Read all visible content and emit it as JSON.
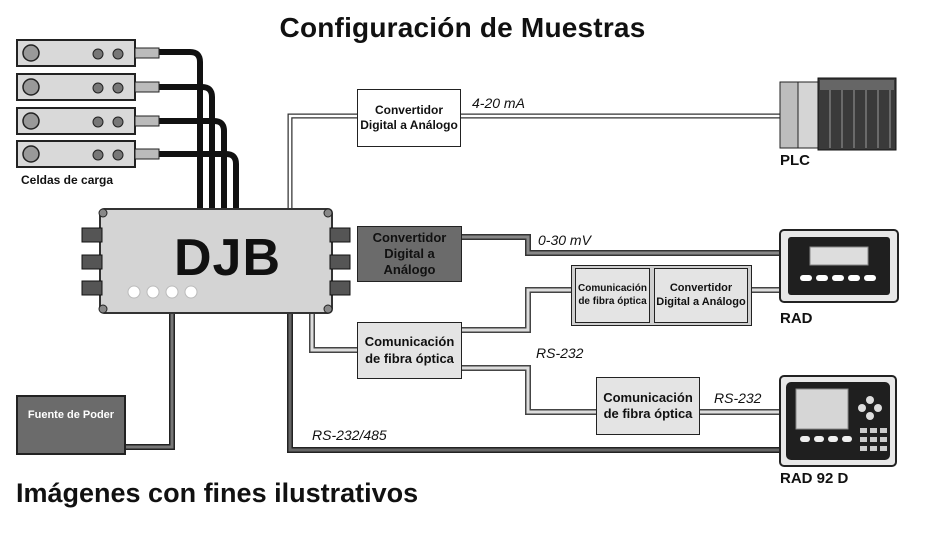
{
  "title": "Configuración de Muestras",
  "footer": "Imágenes con fines ilustrativos",
  "load_cells_label": "Celdas de carga",
  "djb_label": "DJB",
  "power_supply_label": "Fuente de Poder",
  "boxes": {
    "dac_top": [
      "Convertidor",
      "Digital a Análogo"
    ],
    "dac_mid": [
      "Convertidor",
      "Digital a Análogo"
    ],
    "fiber_mid": [
      "Comunicación",
      "de fibra óptica"
    ],
    "fiber_right_small": [
      "Comunicación",
      "de fibra óptica"
    ],
    "dac_right_small": [
      "Convertidor",
      "Digital a Análogo"
    ],
    "fiber_bottom": [
      "Comunicación",
      "de fibra óptica"
    ]
  },
  "signals": {
    "ma": "4-20 mA",
    "mv": "0-30 mV",
    "rs232_a": "RS-232",
    "rs232_b": "RS-232",
    "rs485": "RS-232/485"
  },
  "devices": {
    "plc": "PLC",
    "rad": "RAD",
    "rad92": "RAD 92 D"
  },
  "colors": {
    "dark_box": "#6b6b6b",
    "light_box": "#e4e4e4",
    "wire_dark": "#1a1a1a",
    "wire_gray": "#777777"
  }
}
